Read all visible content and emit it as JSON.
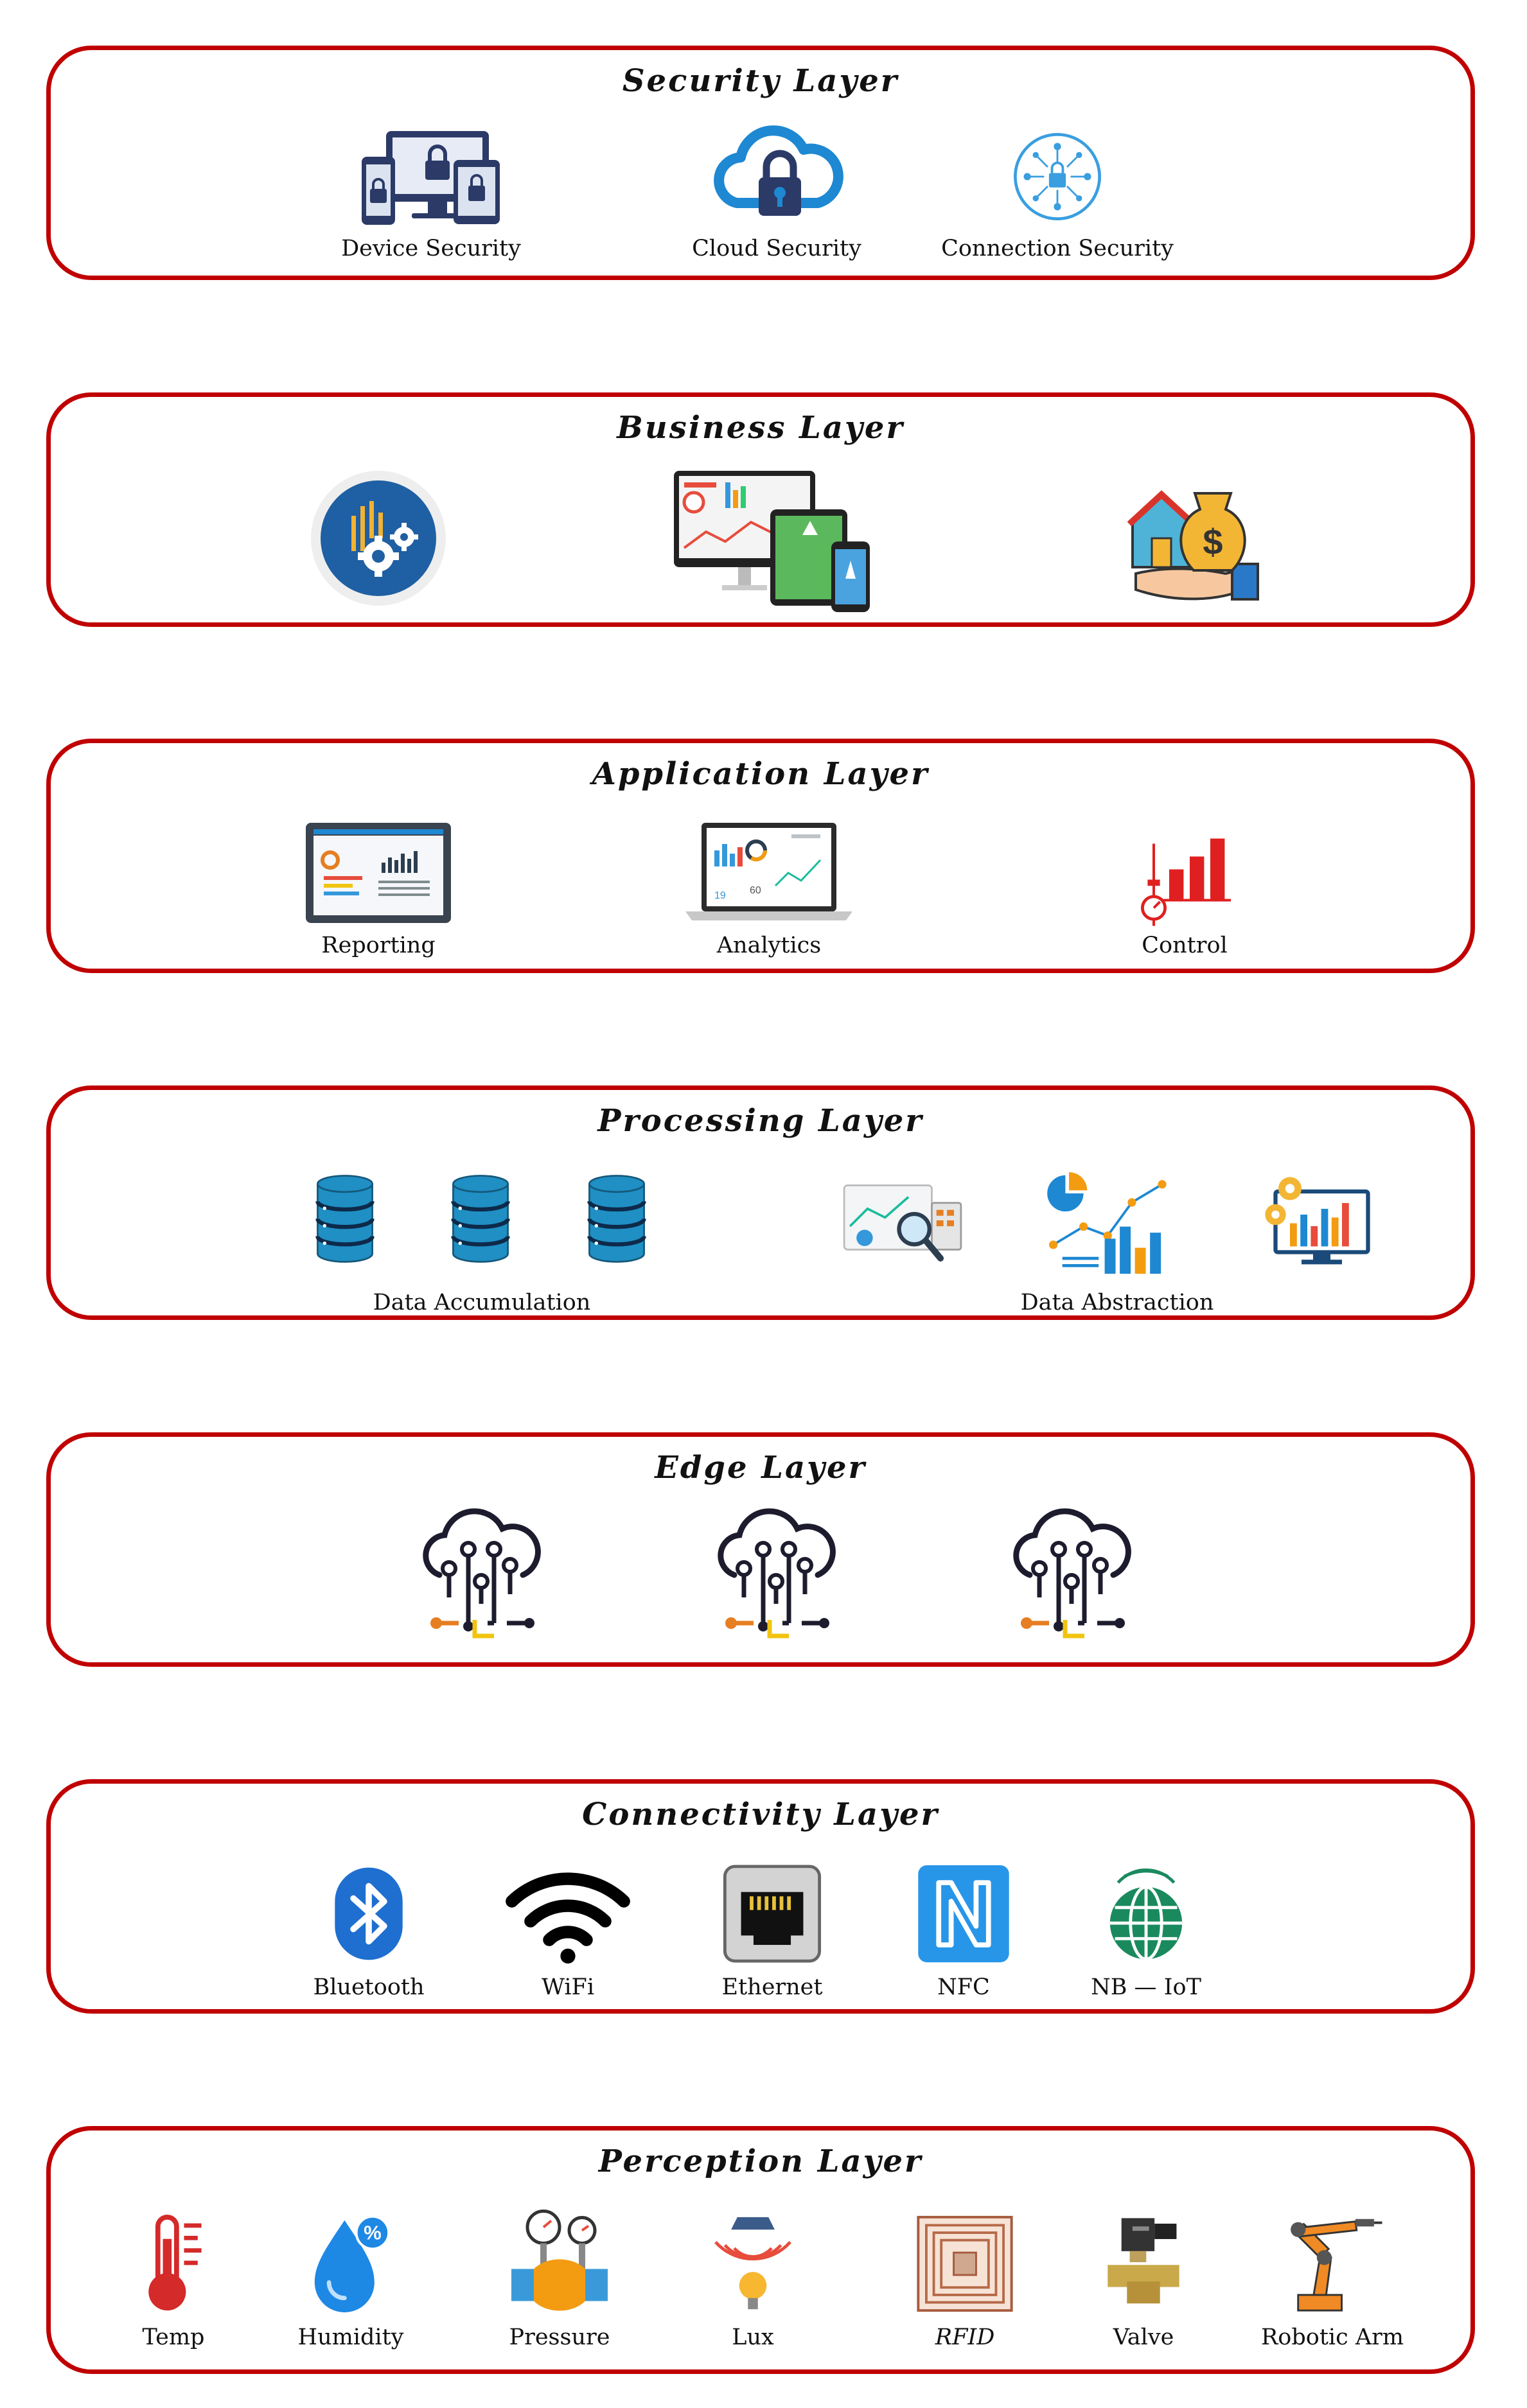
{
  "layers": [
    {
      "title": "Security Layer",
      "items": [
        {
          "label": "Device Security",
          "icon": "device-lock-icon"
        },
        {
          "label": "Cloud Security",
          "icon": "cloud-lock-icon"
        },
        {
          "label": "Connection Security",
          "icon": "network-lock-icon"
        }
      ]
    },
    {
      "title": "Business Layer",
      "icons": [
        "analytics-gear-icon",
        "multi-device-dashboard-icon",
        "property-finance-icon"
      ]
    },
    {
      "title": "Application Layer",
      "items": [
        {
          "label": "Reporting",
          "icon": "report-monitor-icon"
        },
        {
          "label": "Analytics",
          "icon": "analytics-laptop-icon"
        },
        {
          "label": "Control",
          "icon": "control-chart-icon"
        }
      ]
    },
    {
      "title": "Processing Layer",
      "groups": [
        {
          "label": "Data Accumulation",
          "icons": [
            "database-icon",
            "database-icon",
            "database-icon"
          ]
        },
        {
          "label": "Data Abstraction",
          "icons": [
            "data-search-icon",
            "charts-icon",
            "monitor-chart-icon"
          ]
        }
      ]
    },
    {
      "title": "Edge Layer",
      "icons": [
        "cloud-circuit-icon",
        "cloud-circuit-icon",
        "cloud-circuit-icon"
      ]
    },
    {
      "title": "Connectivity Layer",
      "items": [
        {
          "label": "Bluetooth",
          "icon": "bluetooth-icon"
        },
        {
          "label": "WiFi",
          "icon": "wifi-icon"
        },
        {
          "label": "Ethernet",
          "icon": "ethernet-port-icon"
        },
        {
          "label": "NFC",
          "icon": "nfc-icon"
        },
        {
          "label": "NB — IoT",
          "icon": "nb-iot-globe-icon"
        }
      ]
    },
    {
      "title": "Perception Layer",
      "items": [
        {
          "label": "Temp",
          "icon": "thermometer-icon"
        },
        {
          "label": "Humidity",
          "icon": "humidity-drop-icon"
        },
        {
          "label": "Pressure",
          "icon": "pressure-gauge-icon"
        },
        {
          "label": "Lux",
          "icon": "light-sensor-icon"
        },
        {
          "label": "RFID",
          "icon": "rfid-tag-icon"
        },
        {
          "label": "Valve",
          "icon": "solenoid-valve-icon"
        },
        {
          "label": "Robotic Arm",
          "icon": "robotic-arm-icon"
        }
      ]
    }
  ],
  "colors": {
    "border": "#c00000",
    "navy": "#2b3a67",
    "blue": "#1e88d2",
    "red": "#e02020",
    "orange": "#f39c12"
  }
}
